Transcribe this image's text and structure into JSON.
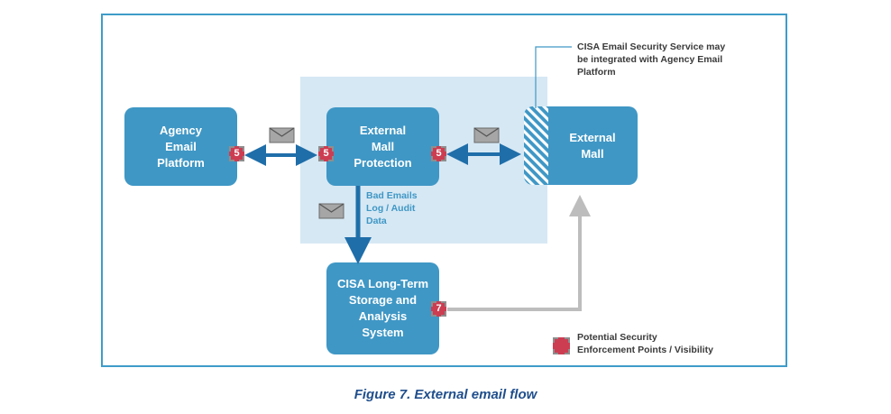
{
  "nodes": {
    "agency": "Agency\nEmail\nPlatform",
    "emp": "External\nMall\nProtection",
    "external_mall": "External\nMall",
    "cisa_storage": "CISA Long-Term\nStorage and\nAnalysis\nSystem"
  },
  "badges": {
    "five": "5",
    "seven": "7"
  },
  "callout": "CISA Email Security Service may\nbe integrated with Agency Email\nPlatform",
  "bad_emails_label": "Bad Emails\nLog / Audit\nData",
  "legend_label": "Potential Security\nEnforcement Points / Visibility",
  "caption": "Figure 7. External email flow",
  "icons": [
    "envelope-icon",
    "double-arrow-icon",
    "down-arrow-icon",
    "up-arrow-icon"
  ],
  "colors": {
    "node": "#3f97c5",
    "badge": "#cc3d52",
    "shade": "#d6e8f4",
    "frame": "#3f9cc9",
    "caption": "#1f4e8c",
    "gray_arrow": "#bdbdbd"
  }
}
